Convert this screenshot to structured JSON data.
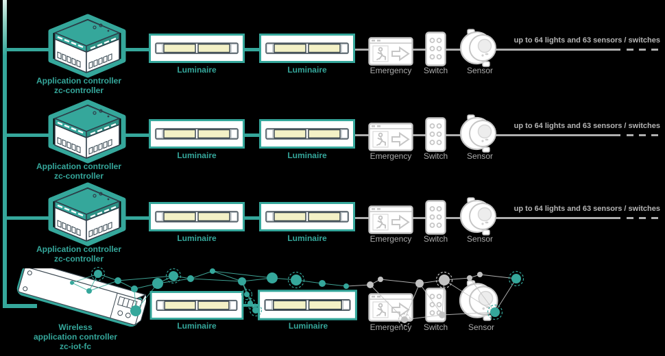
{
  "diagram_title": "Lighting control line diagram",
  "colors": {
    "teal": "#35A79B",
    "teal_mesh": "#45B3A3",
    "gray_icon": "#C6C6C6",
    "gray_label": "#ABABAB",
    "capacity_text": "#B5B5B5",
    "lamp_yellow": "#F3F1C6",
    "lamp_outline": "#3A4750",
    "background": "#000000"
  },
  "rows": [
    {
      "controller": {
        "line1": "Application controller",
        "line2": "zc-controller"
      },
      "luminaire1": "Luminaire",
      "luminaire2": "Luminaire",
      "emergency": "Emergency",
      "switch": "Switch",
      "sensor": "Sensor",
      "capacity": "up to 64 lights and 63 sensors / switches"
    },
    {
      "controller": {
        "line1": "Application controller",
        "line2": "zc-controller"
      },
      "luminaire1": "Luminaire",
      "luminaire2": "Luminaire",
      "emergency": "Emergency",
      "switch": "Switch",
      "sensor": "Sensor",
      "capacity": "up to 64 lights and 63 sensors / switches"
    },
    {
      "controller": {
        "line1": "Application controller",
        "line2": "zc-controller"
      },
      "luminaire1": "Luminaire",
      "luminaire2": "Luminaire",
      "emergency": "Emergency",
      "switch": "Switch",
      "sensor": "Sensor",
      "capacity": "up to 64 lights and 63 sensors / switches"
    },
    {
      "controller": {
        "line1": "Wireless",
        "line2": "application controller",
        "line3": "zc-iot-fc"
      },
      "luminaire1": "Luminaire",
      "luminaire2": "Luminaire",
      "emergency": "Emergency",
      "switch": "Switch",
      "sensor": "Sensor"
    }
  ]
}
